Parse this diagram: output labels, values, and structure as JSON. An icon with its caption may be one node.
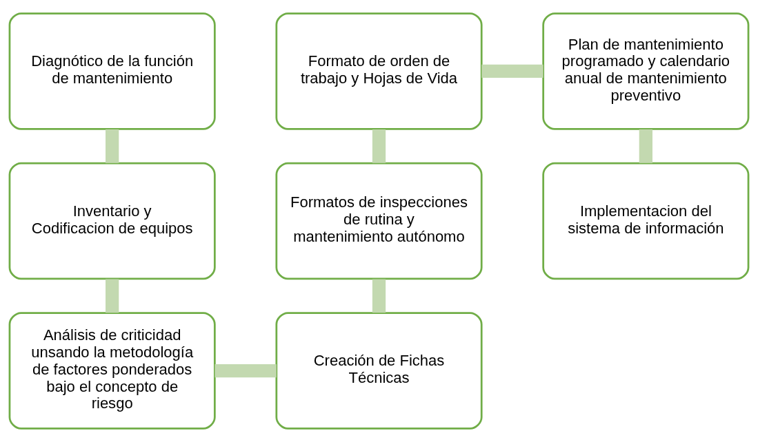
{
  "diagram": {
    "nodes": [
      {
        "text": [
          "Diagnótico de la función de mantenimiento"
        ]
      },
      {
        "text": [
          "Inventario y Codificacion de equipos"
        ]
      },
      {
        "text": [
          "Análisis de criticidad unsando la metodología de factores ponderados bajo el concepto de riesgo"
        ]
      },
      {
        "text": [
          "Creación de Fichas Técnicas"
        ]
      },
      {
        "text": [
          "Formatos de inspecciones de rutina y mantenimiento autónomo"
        ]
      },
      {
        "text": [
          "Formato de orden de trabajo y Hojas de Vida"
        ]
      },
      {
        "text": [
          "Plan de mantenimiento programado y calendario anual de mantenimiento preventivo"
        ]
      },
      {
        "text": [
          "Implementacion del sistema de información"
        ]
      }
    ],
    "edges": [
      {
        "from": 0,
        "to": 1,
        "arrow": "none"
      },
      {
        "from": 1,
        "to": 2,
        "arrow": "none"
      },
      {
        "from": 2,
        "to": 3,
        "arrow": "none"
      },
      {
        "from": 3,
        "to": 4,
        "arrow": "none"
      },
      {
        "from": 4,
        "to": 5,
        "arrow": "none"
      },
      {
        "from": 5,
        "to": 6,
        "arrow": "none"
      },
      {
        "from": 6,
        "to": 7,
        "arrow": "none"
      }
    ]
  }
}
